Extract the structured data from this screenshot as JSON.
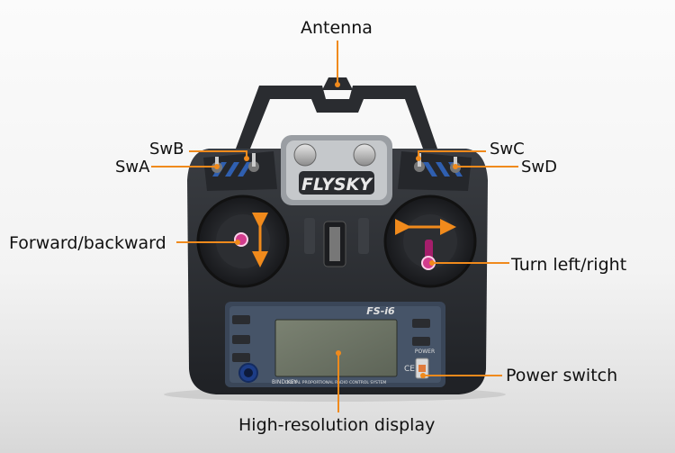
{
  "product": {
    "brand": "FLYSKY",
    "model": "FS-i6",
    "panel_text": "DIGITAL PROPORTIONAL RADIO CONTROL SYSTEM",
    "bind_text": "BIND KEY",
    "power_text": "POWER",
    "ce_mark": "CE"
  },
  "callouts": {
    "antenna": "Antenna",
    "swb": "SwB",
    "swa": "SwA",
    "swc": "SwC",
    "swd": "SwD",
    "forward_backward": "Forward/backward",
    "turn": "Turn left/right",
    "power_switch": "Power switch",
    "display": "High-resolution display"
  },
  "colors": {
    "accent": "#f08a1c",
    "body": "#2b2e33",
    "screen": "#6f7566",
    "trim_blue": "#2f5fb0"
  }
}
